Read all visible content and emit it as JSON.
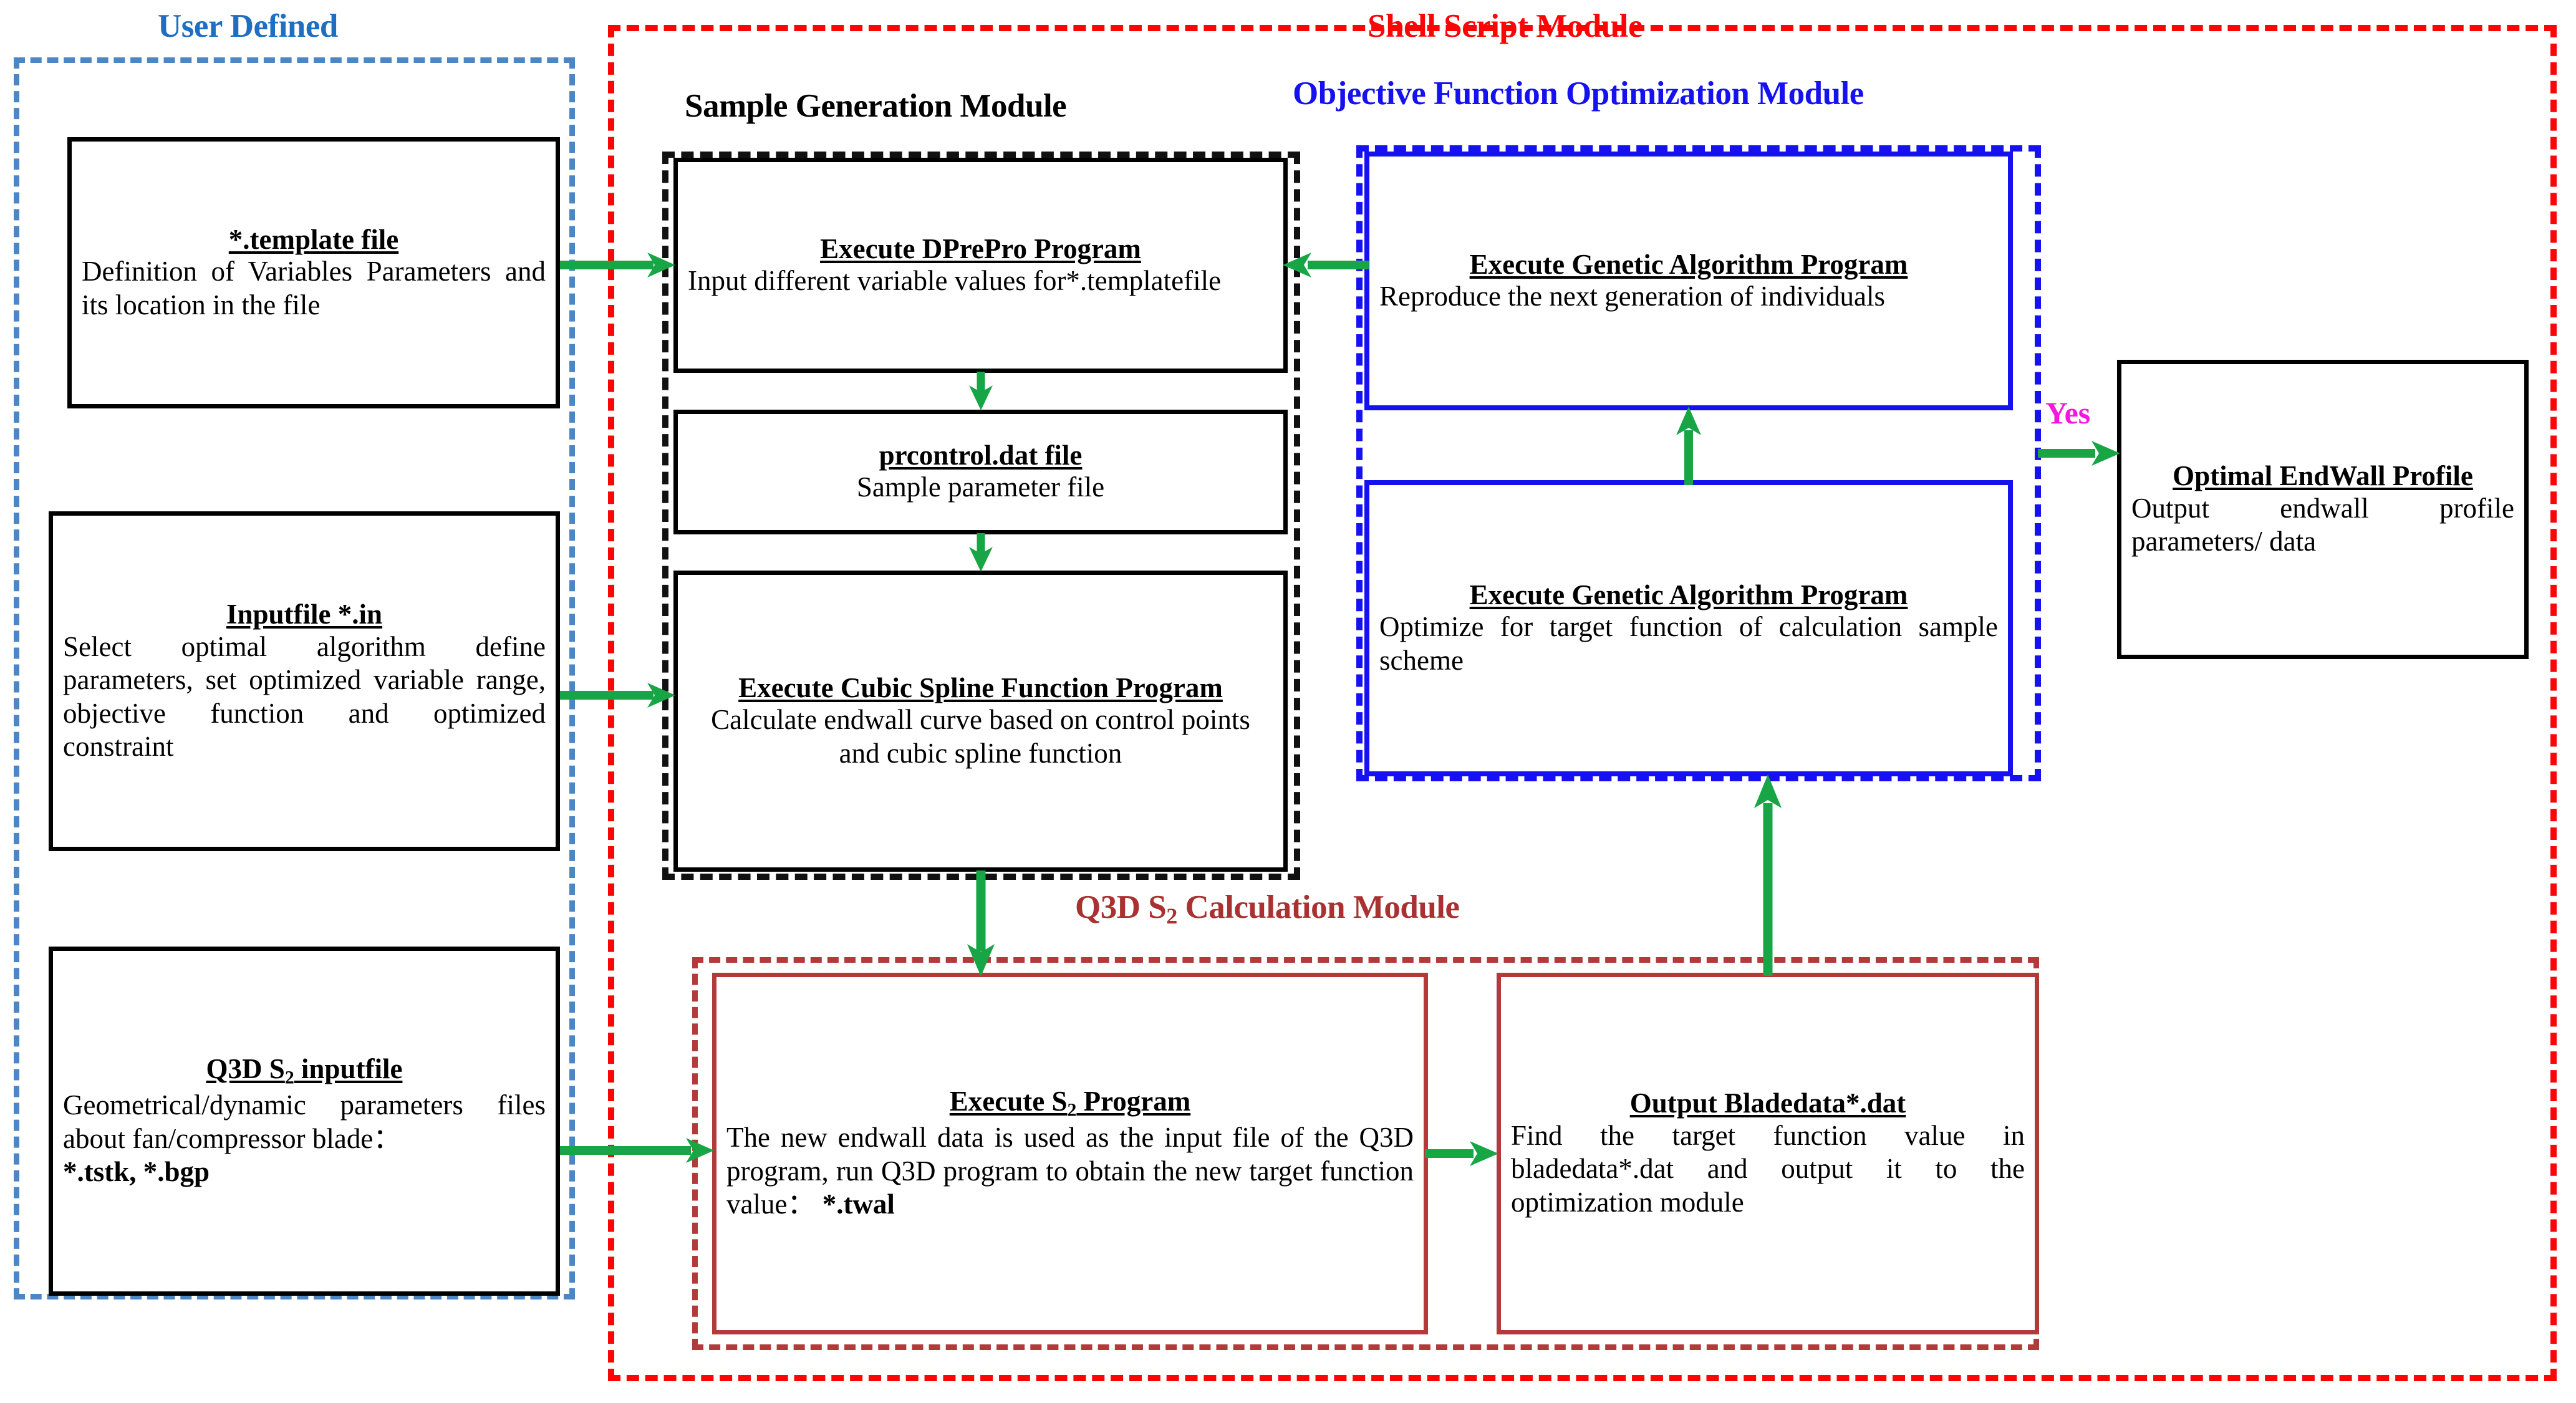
{
  "groups": {
    "user_defined": {
      "label": "User Defined",
      "color": "#1e6fc4"
    },
    "shell_script": {
      "label": "Shell Script Module",
      "color": "#fb0505"
    },
    "sample_gen": {
      "label": "Sample Generation Module",
      "color": "#000000"
    },
    "objective_opt": {
      "label": "Objective Function Optimization Module",
      "color": "#1611f0"
    },
    "q3d_calc": {
      "label_pre": "Q3D S",
      "label_sub": "2",
      "label_post": " Calculation Module",
      "color": "#a93131"
    }
  },
  "boxes": {
    "template_file": {
      "title": "*.template file",
      "body": "Definition of Variables Parameters and its location in the file"
    },
    "inputfile_in": {
      "title": "Inputfile *.in",
      "body": "Select optimal algorithm define parameters, set optimized variable range, objective function and optimized constraint"
    },
    "q3d_inputfile": {
      "title_pre": "Q3D S",
      "title_sub": "2",
      "title_post": " inputfile",
      "body": "Geometrical/dynamic parameters files about fan/compressor blade：",
      "body_bold": "*.tstk, *.bgp"
    },
    "dprepro": {
      "title": "Execute DPrePro Program",
      "body": "Input different variable values for*.templatefile"
    },
    "prcontrol": {
      "title": "prcontrol.dat file",
      "body": "Sample parameter file"
    },
    "cubic_spline": {
      "title": "Execute Cubic Spline Function Program",
      "body": "Calculate  endwall curve based on control points and cubic spline function"
    },
    "ga_reproduce": {
      "title": "Execute Genetic Algorithm Program",
      "body": "Reproduce the next generation of individuals"
    },
    "ga_optimize": {
      "title": "Execute Genetic Algorithm Program",
      "body": "Optimize for target function of calculation sample scheme"
    },
    "optimal_endwall": {
      "title": "Optimal EndWall Profile",
      "body": "Output endwall profile parameters/ data"
    },
    "execute_s2": {
      "title_pre": "Execute S",
      "title_sub": "2",
      "title_post": " Program",
      "body": "The new endwall data is used as the input file of the Q3D program, run Q3D program to obtain the new target function value：",
      "body_bold": "*.twal"
    },
    "output_bladedata": {
      "title": "Output Bladedata*.dat",
      "body": "Find the target function value in bladedata*.dat and output it to the optimization module"
    }
  },
  "labels": {
    "yes": "Yes"
  },
  "colors": {
    "arrow_green": "#18a546",
    "user_blue": "#4b86c6",
    "shell_red": "#fb0505",
    "sample_black": "#111111",
    "objective_blue": "#1611f0",
    "q3d_red": "#b33a3a",
    "yes_magenta": "#f617df"
  }
}
